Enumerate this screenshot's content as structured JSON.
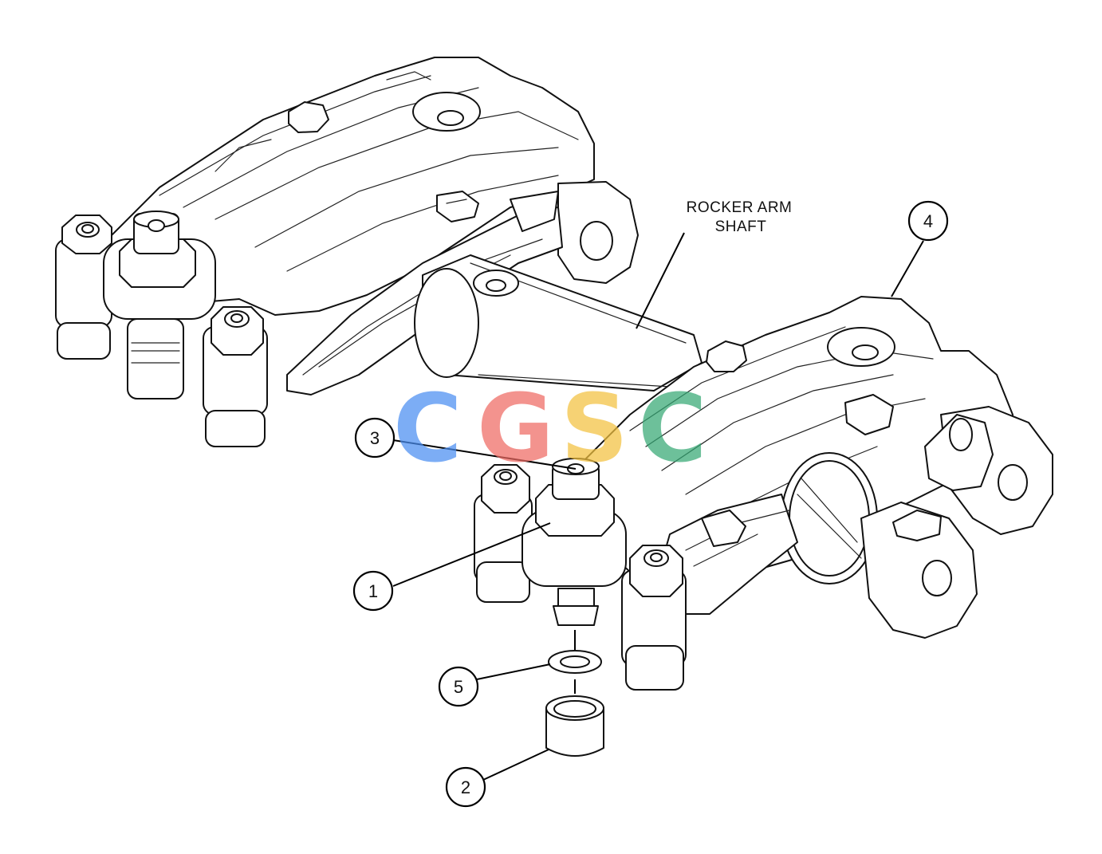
{
  "diagram": {
    "shaft_label_line1": "ROCKER ARM",
    "shaft_label_line2": "SHAFT",
    "callouts": [
      "1",
      "2",
      "3",
      "4",
      "5"
    ]
  },
  "watermark": {
    "letters": [
      "C",
      "G",
      "S",
      "C"
    ],
    "colors": [
      "#4a8ef2",
      "#ef6a63",
      "#f3c23f",
      "#35a874"
    ]
  }
}
